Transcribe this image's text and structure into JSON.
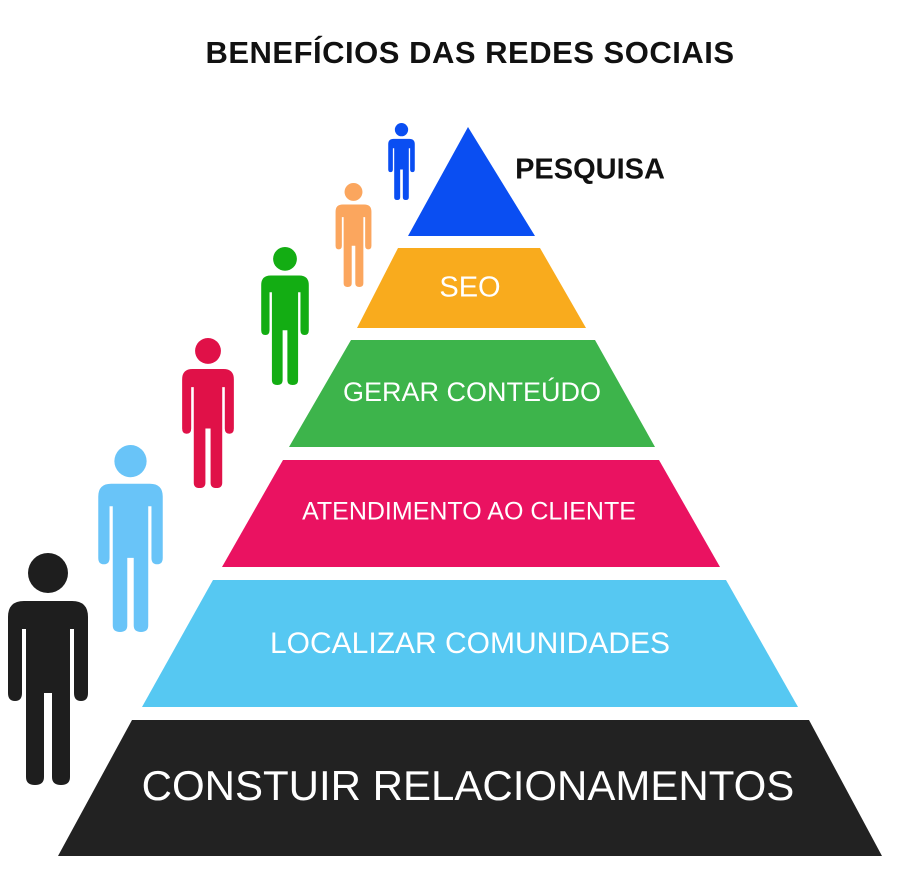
{
  "title": "BENEFÍCIOS DAS REDES SOCIAIS",
  "levels": [
    {
      "label": "PESQUISA",
      "color": "#0a4ef2"
    },
    {
      "label": "SEO",
      "color": "#f9ab1d"
    },
    {
      "label": "GERAR CONTEÚDO",
      "color": "#3db44b"
    },
    {
      "label": "ATENDIMENTO AO CLIENTE",
      "color": "#ea1261"
    },
    {
      "label": "LOCALIZAR COMUNIDADES",
      "color": "#56c8f2"
    },
    {
      "label": "CONSTUIR RELACIONAMENTOS",
      "color": "#222222"
    }
  ],
  "people_colors": [
    "#0a4ef2",
    "#fba65e",
    "#13ad13",
    "#e01148",
    "#69c4f8",
    "#1e1e1e"
  ],
  "icons": [
    "person-icon"
  ]
}
